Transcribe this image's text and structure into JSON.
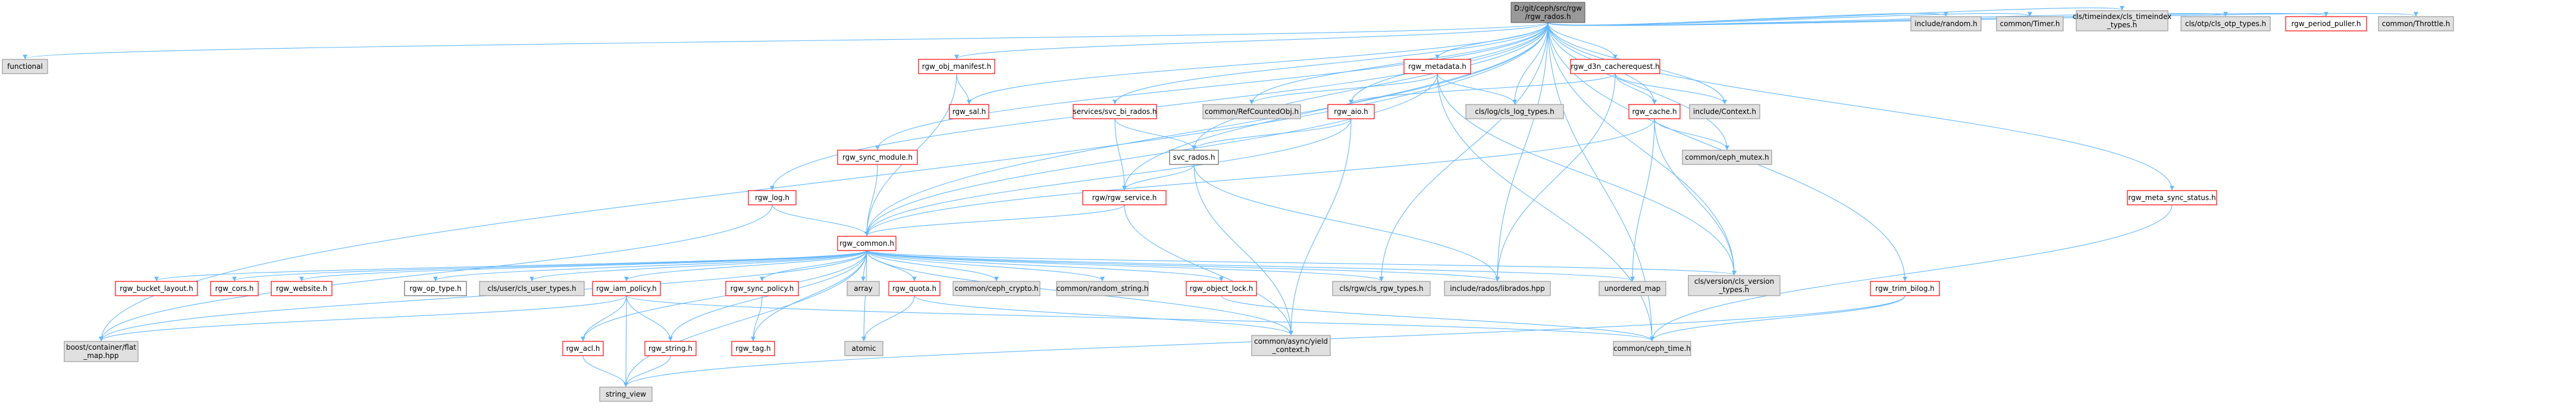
{
  "colors": {
    "root_fill": "#999999",
    "root_stroke": "#666666",
    "red_stroke": "#ff0000",
    "red_fill": "#ffffff",
    "gray_fill": "#e0e0e0",
    "gray_stroke": "#999999",
    "white_fill": "#ffffff",
    "white_stroke": "#666666",
    "edge_blue": "#63b8ff",
    "edge_dark": "#8b1a1a"
  },
  "nodes": [
    {
      "id": "root",
      "lines": [
        "D:/git/ceph/src/rgw",
        "/rgw_rados.h"
      ],
      "style": "root"
    },
    {
      "id": "functional",
      "lines": [
        "functional"
      ],
      "style": "gray"
    },
    {
      "id": "flat_map",
      "lines": [
        "boost/container/flat",
        "_map.hpp"
      ],
      "style": "gray"
    },
    {
      "id": "rgw_log",
      "lines": [
        "rgw_log.h"
      ],
      "style": "red"
    },
    {
      "id": "rgw_sync_module",
      "lines": [
        "rgw_sync_module.h"
      ],
      "style": "red"
    },
    {
      "id": "rgw_obj_manifest",
      "lines": [
        "rgw_obj_manifest.h"
      ],
      "style": "red"
    },
    {
      "id": "rgw_sal",
      "lines": [
        "rgw_sal.h"
      ],
      "style": "red"
    },
    {
      "id": "svc_bi_rados",
      "lines": [
        "services/svc_bi_rados.h"
      ],
      "style": "red"
    },
    {
      "id": "refcounted",
      "lines": [
        "common/RefCountedObj.h"
      ],
      "style": "gray"
    },
    {
      "id": "rgw_metadata",
      "lines": [
        "rgw_metadata.h"
      ],
      "style": "red"
    },
    {
      "id": "rgw_aio",
      "lines": [
        "rgw_aio.h"
      ],
      "style": "red"
    },
    {
      "id": "svc_rados",
      "lines": [
        "svc_rados.h"
      ],
      "style": "white"
    },
    {
      "id": "rgw_service",
      "lines": [
        "rgw/rgw_service.h"
      ],
      "style": "red"
    },
    {
      "id": "cls_log_types",
      "lines": [
        "cls/log/cls_log_types.h"
      ],
      "style": "gray"
    },
    {
      "id": "rgw_d3n",
      "lines": [
        "rgw_d3n_cacherequest.h"
      ],
      "style": "red"
    },
    {
      "id": "context",
      "lines": [
        "include/Context.h"
      ],
      "style": "gray"
    },
    {
      "id": "rgw_cache",
      "lines": [
        "rgw_cache.h"
      ],
      "style": "red"
    },
    {
      "id": "ceph_mutex",
      "lines": [
        "common/ceph_mutex.h"
      ],
      "style": "gray"
    },
    {
      "id": "rgw_common",
      "lines": [
        "rgw_common.h"
      ],
      "style": "red"
    },
    {
      "id": "rgw_meta_sync_status",
      "lines": [
        "rgw_meta_sync_status.h"
      ],
      "style": "red"
    },
    {
      "id": "rgw_trim_bilog",
      "lines": [
        "rgw_trim_bilog.h"
      ],
      "style": "red"
    },
    {
      "id": "include_random",
      "lines": [
        "include/random.h"
      ],
      "style": "gray"
    },
    {
      "id": "common_timer",
      "lines": [
        "common/Timer.h"
      ],
      "style": "gray"
    },
    {
      "id": "cls_timeindex",
      "lines": [
        "cls/timeindex/cls_timeindex",
        "_types.h"
      ],
      "style": "gray"
    },
    {
      "id": "cls_otp",
      "lines": [
        "cls/otp/cls_otp_types.h"
      ],
      "style": "gray"
    },
    {
      "id": "rgw_period_puller",
      "lines": [
        "rgw_period_puller.h"
      ],
      "style": "red"
    },
    {
      "id": "common_throttle",
      "lines": [
        "common/Throttle.h"
      ],
      "style": "gray"
    },
    {
      "id": "rgw_bucket_layout",
      "lines": [
        "rgw_bucket_layout.h"
      ],
      "style": "red"
    },
    {
      "id": "rgw_cors",
      "lines": [
        "rgw_cors.h"
      ],
      "style": "red"
    },
    {
      "id": "rgw_website",
      "lines": [
        "rgw_website.h"
      ],
      "style": "red"
    },
    {
      "id": "rgw_op_type",
      "lines": [
        "rgw_op_type.h"
      ],
      "style": "white"
    },
    {
      "id": "cls_user_types",
      "lines": [
        "cls/user/cls_user_types.h"
      ],
      "style": "gray"
    },
    {
      "id": "rgw_iam_policy",
      "lines": [
        "rgw_iam_policy.h"
      ],
      "style": "red"
    },
    {
      "id": "rgw_sync_policy",
      "lines": [
        "rgw_sync_policy.h"
      ],
      "style": "red"
    },
    {
      "id": "array",
      "lines": [
        "array"
      ],
      "style": "gray"
    },
    {
      "id": "rgw_quota",
      "lines": [
        "rgw_quota.h"
      ],
      "style": "red"
    },
    {
      "id": "ceph_crypto",
      "lines": [
        "common/ceph_crypto.h"
      ],
      "style": "gray"
    },
    {
      "id": "random_string",
      "lines": [
        "common/random_string.h"
      ],
      "style": "gray"
    },
    {
      "id": "rgw_object_lock",
      "lines": [
        "rgw_object_lock.h"
      ],
      "style": "red"
    },
    {
      "id": "cls_rgw_types",
      "lines": [
        "cls/rgw/cls_rgw_types.h"
      ],
      "style": "gray"
    },
    {
      "id": "librados",
      "lines": [
        "include/rados/librados.hpp"
      ],
      "style": "gray"
    },
    {
      "id": "unordered_map",
      "lines": [
        "unordered_map"
      ],
      "style": "gray"
    },
    {
      "id": "cls_version",
      "lines": [
        "cls/version/cls_version",
        "_types.h"
      ],
      "style": "gray"
    },
    {
      "id": "rgw_acl",
      "lines": [
        "rgw_acl.h"
      ],
      "style": "red"
    },
    {
      "id": "rgw_string",
      "lines": [
        "rgw_string.h"
      ],
      "style": "red"
    },
    {
      "id": "rgw_tag",
      "lines": [
        "rgw_tag.h"
      ],
      "style": "red"
    },
    {
      "id": "atomic",
      "lines": [
        "atomic"
      ],
      "style": "gray"
    },
    {
      "id": "yield_context",
      "lines": [
        "common/async/yield",
        "_context.h"
      ],
      "style": "gray"
    },
    {
      "id": "ceph_time",
      "lines": [
        "common/ceph_time.h"
      ],
      "style": "gray"
    },
    {
      "id": "string_view",
      "lines": [
        "string_view"
      ],
      "style": "gray"
    }
  ],
  "edges": [
    [
      "root",
      "functional"
    ],
    [
      "root",
      "flat_map"
    ],
    [
      "root",
      "rgw_log"
    ],
    [
      "root",
      "rgw_sync_module"
    ],
    [
      "root",
      "rgw_obj_manifest"
    ],
    [
      "root",
      "rgw_sal"
    ],
    [
      "root",
      "svc_bi_rados"
    ],
    [
      "root",
      "refcounted"
    ],
    [
      "root",
      "rgw_metadata"
    ],
    [
      "root",
      "rgw_aio"
    ],
    [
      "root",
      "svc_rados"
    ],
    [
      "root",
      "rgw_service"
    ],
    [
      "root",
      "cls_log_types"
    ],
    [
      "root",
      "rgw_d3n"
    ],
    [
      "root",
      "context"
    ],
    [
      "root",
      "rgw_cache"
    ],
    [
      "root",
      "ceph_mutex"
    ],
    [
      "root",
      "rgw_common"
    ],
    [
      "root",
      "rgw_meta_sync_status"
    ],
    [
      "root",
      "rgw_trim_bilog"
    ],
    [
      "root",
      "include_random"
    ],
    [
      "root",
      "common_timer"
    ],
    [
      "root",
      "cls_timeindex"
    ],
    [
      "root",
      "cls_otp"
    ],
    [
      "root",
      "rgw_period_puller"
    ],
    [
      "root",
      "common_throttle"
    ],
    [
      "root",
      "cls_rgw_types"
    ],
    [
      "root",
      "librados"
    ],
    [
      "root",
      "cls_version"
    ],
    [
      "root",
      "ceph_time"
    ],
    [
      "rgw_log",
      "rgw_common"
    ],
    [
      "rgw_log",
      "flat_map"
    ],
    [
      "rgw_sync_module",
      "rgw_common"
    ],
    [
      "rgw_obj_manifest",
      "rgw_sal"
    ],
    [
      "rgw_obj_manifest",
      "rgw_common"
    ],
    [
      "svc_bi_rados",
      "svc_rados"
    ],
    [
      "svc_bi_rados",
      "rgw_service"
    ],
    [
      "rgw_metadata",
      "rgw_common"
    ],
    [
      "rgw_metadata",
      "refcounted"
    ],
    [
      "rgw_metadata",
      "cls_log_types"
    ],
    [
      "rgw_metadata",
      "cls_version"
    ],
    [
      "rgw_metadata",
      "ceph_time"
    ],
    [
      "rgw_aio",
      "svc_rados"
    ],
    [
      "rgw_aio",
      "rgw_common"
    ],
    [
      "rgw_aio",
      "yield_context"
    ],
    [
      "svc_rados",
      "rgw_service"
    ],
    [
      "svc_rados",
      "librados"
    ],
    [
      "svc_rados",
      "yield_context"
    ],
    [
      "rgw_service",
      "rgw_common"
    ],
    [
      "rgw_service",
      "yield_context"
    ],
    [
      "rgw_d3n",
      "rgw_aio"
    ],
    [
      "rgw_d3n",
      "rgw_cache"
    ],
    [
      "rgw_d3n",
      "context"
    ],
    [
      "rgw_d3n",
      "librados"
    ],
    [
      "rgw_cache",
      "rgw_common"
    ],
    [
      "rgw_cache",
      "ceph_mutex"
    ],
    [
      "rgw_cache",
      "cls_version"
    ],
    [
      "rgw_cache",
      "unordered_map"
    ],
    [
      "rgw_meta_sync_status",
      "ceph_time"
    ],
    [
      "rgw_trim_bilog",
      "ceph_time"
    ],
    [
      "rgw_trim_bilog",
      "string_view"
    ],
    [
      "rgw_common",
      "flat_map"
    ],
    [
      "rgw_common",
      "rgw_bucket_layout"
    ],
    [
      "rgw_common",
      "rgw_cors"
    ],
    [
      "rgw_common",
      "rgw_website"
    ],
    [
      "rgw_common",
      "rgw_op_type"
    ],
    [
      "rgw_common",
      "cls_user_types"
    ],
    [
      "rgw_common",
      "rgw_iam_policy"
    ],
    [
      "rgw_common",
      "rgw_sync_policy"
    ],
    [
      "rgw_common",
      "array"
    ],
    [
      "rgw_common",
      "rgw_quota"
    ],
    [
      "rgw_common",
      "ceph_crypto"
    ],
    [
      "rgw_common",
      "random_string"
    ],
    [
      "rgw_common",
      "rgw_object_lock"
    ],
    [
      "rgw_common",
      "cls_rgw_types"
    ],
    [
      "rgw_common",
      "librados"
    ],
    [
      "rgw_common",
      "unordered_map"
    ],
    [
      "rgw_common",
      "cls_version"
    ],
    [
      "rgw_common",
      "rgw_acl"
    ],
    [
      "rgw_common",
      "rgw_string"
    ],
    [
      "rgw_common",
      "rgw_tag"
    ],
    [
      "rgw_common",
      "atomic"
    ],
    [
      "rgw_common",
      "yield_context"
    ],
    [
      "rgw_common",
      "string_view"
    ],
    [
      "rgw_iam_policy",
      "flat_map"
    ],
    [
      "rgw_iam_policy",
      "rgw_acl"
    ],
    [
      "rgw_iam_policy",
      "rgw_string"
    ],
    [
      "rgw_iam_policy",
      "string_view"
    ],
    [
      "rgw_iam_policy",
      "ceph_time"
    ],
    [
      "rgw_sync_policy",
      "rgw_tag"
    ],
    [
      "rgw_quota",
      "atomic"
    ],
    [
      "rgw_quota",
      "yield_context"
    ],
    [
      "rgw_object_lock",
      "ceph_time"
    ],
    [
      "rgw_acl",
      "string_view"
    ],
    [
      "rgw_string",
      "string_view"
    ]
  ]
}
